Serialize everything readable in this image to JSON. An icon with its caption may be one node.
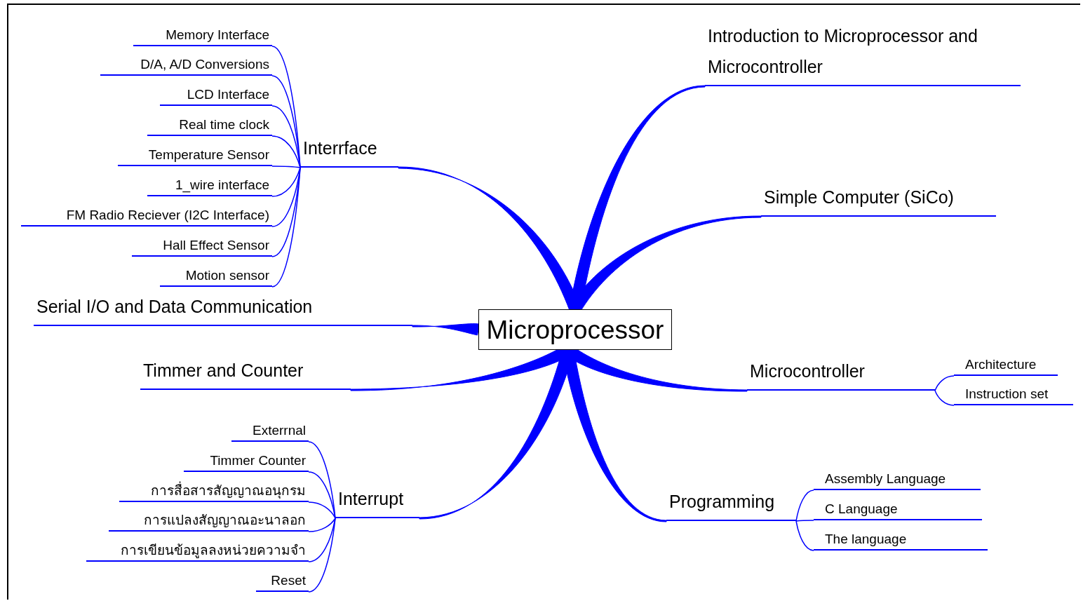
{
  "diagram": {
    "nodes": [
      {
        "text": [
          "Microprocessor"
        ]
      },
      {
        "text": [
          "Interrface"
        ]
      },
      {
        "text": [
          "Memory Interface"
        ]
      },
      {
        "text": [
          "D/A, A/D Conversions"
        ]
      },
      {
        "text": [
          "LCD Interface"
        ]
      },
      {
        "text": [
          "Real time clock"
        ]
      },
      {
        "text": [
          "Temperature Sensor"
        ]
      },
      {
        "text": [
          "1_wire interface"
        ]
      },
      {
        "text": [
          "FM Radio Reciever (I2C Interface)"
        ]
      },
      {
        "text": [
          "Hall Effect Sensor"
        ]
      },
      {
        "text": [
          "Motion sensor"
        ]
      },
      {
        "text": [
          "Serial I/O and Data Communication"
        ]
      },
      {
        "text": [
          "Timmer and Counter"
        ]
      },
      {
        "text": [
          "Interrupt"
        ]
      },
      {
        "text": [
          "Exterrnal"
        ]
      },
      {
        "text": [
          "Timmer Counter"
        ]
      },
      {
        "text": [
          "การสื่อสารสัญญาณอนุกรม"
        ]
      },
      {
        "text": [
          "การแปลงสัญญาณอะนาลอก"
        ]
      },
      {
        "text": [
          "การเขียนข้อมูลลงหน่วยความจำ"
        ]
      },
      {
        "text": [
          "Reset"
        ]
      },
      {
        "text": [
          "Introduction to Microprocessor and Microcontroller"
        ]
      },
      {
        "text": [
          "Simple Computer (SiCo)"
        ]
      },
      {
        "text": [
          "Microcontroller"
        ]
      },
      {
        "text": [
          "Architecture"
        ]
      },
      {
        "text": [
          "Instruction set"
        ]
      },
      {
        "text": [
          "Programming"
        ]
      },
      {
        "text": [
          "Assembly Language"
        ]
      },
      {
        "text": [
          "C Language"
        ]
      },
      {
        "text": [
          "The language"
        ]
      }
    ],
    "edges": [
      {
        "from": 0,
        "to": 1,
        "arrow": "none",
        "style": "thick"
      },
      {
        "from": 0,
        "to": 11,
        "arrow": "none",
        "style": "thick"
      },
      {
        "from": 0,
        "to": 12,
        "arrow": "none",
        "style": "thick"
      },
      {
        "from": 0,
        "to": 13,
        "arrow": "none",
        "style": "thick"
      },
      {
        "from": 0,
        "to": 20,
        "arrow": "none",
        "style": "thick"
      },
      {
        "from": 0,
        "to": 21,
        "arrow": "none",
        "style": "thick"
      },
      {
        "from": 0,
        "to": 22,
        "arrow": "none",
        "style": "thick"
      },
      {
        "from": 0,
        "to": 25,
        "arrow": "none",
        "style": "thick"
      },
      {
        "from": 1,
        "to": 2,
        "arrow": "none"
      },
      {
        "from": 1,
        "to": 3,
        "arrow": "none"
      },
      {
        "from": 1,
        "to": 4,
        "arrow": "none"
      },
      {
        "from": 1,
        "to": 5,
        "arrow": "none"
      },
      {
        "from": 1,
        "to": 6,
        "arrow": "none"
      },
      {
        "from": 1,
        "to": 7,
        "arrow": "none"
      },
      {
        "from": 1,
        "to": 8,
        "arrow": "none"
      },
      {
        "from": 1,
        "to": 9,
        "arrow": "none"
      },
      {
        "from": 1,
        "to": 10,
        "arrow": "none"
      },
      {
        "from": 13,
        "to": 14,
        "arrow": "none"
      },
      {
        "from": 13,
        "to": 15,
        "arrow": "none"
      },
      {
        "from": 13,
        "to": 16,
        "arrow": "none"
      },
      {
        "from": 13,
        "to": 17,
        "arrow": "none"
      },
      {
        "from": 13,
        "to": 18,
        "arrow": "none"
      },
      {
        "from": 13,
        "to": 19,
        "arrow": "none"
      },
      {
        "from": 22,
        "to": 23,
        "arrow": "none"
      },
      {
        "from": 22,
        "to": 24,
        "arrow": "none"
      },
      {
        "from": 25,
        "to": 26,
        "arrow": "none"
      },
      {
        "from": 25,
        "to": 27,
        "arrow": "none"
      },
      {
        "from": 25,
        "to": 28,
        "arrow": "none"
      }
    ]
  }
}
